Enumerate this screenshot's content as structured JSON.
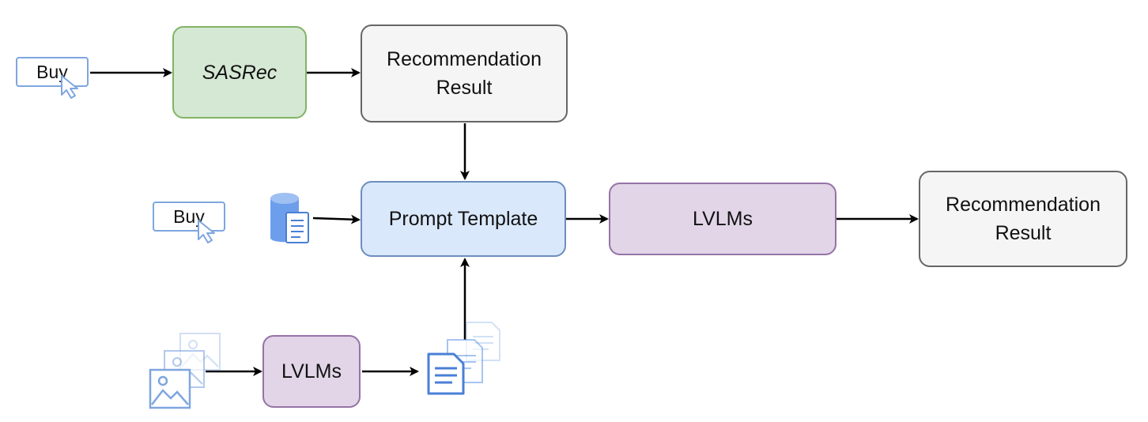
{
  "nodes": {
    "buy_top": "Buy",
    "sasrec": "SASRec",
    "rec_result_top": "Recommendation\nResult",
    "buy_mid": "Buy",
    "prompt_template": "Prompt Template",
    "lvlms_main": "LVLMs",
    "rec_result_right": "Recommendation\nResult",
    "lvlms_bottom": "LVLMs"
  },
  "icons": {
    "cursor": "cursor-icon",
    "database": "database-icon",
    "images": "image-stack-icon",
    "documents": "document-stack-icon"
  },
  "colors": {
    "green_fill": "#d5e8d4",
    "green_stroke": "#82b366",
    "gray_fill": "#f5f5f5",
    "gray_stroke": "#666666",
    "blue_fill": "#dae8fc",
    "blue_stroke": "#6c8ebf",
    "purple_fill": "#e1d5e7",
    "purple_stroke": "#9673a6",
    "icon_blue": "#7ea6e0"
  }
}
